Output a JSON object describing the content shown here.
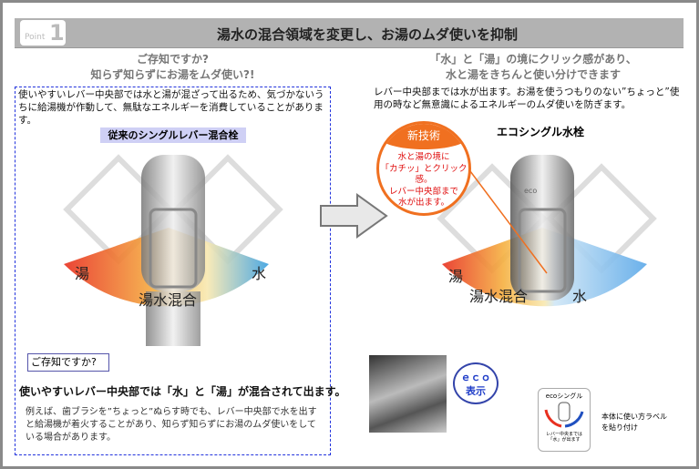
{
  "header": {
    "badge_word": "Point",
    "badge_num": "1",
    "title": "湯水の混合領域を変更し、お湯のムダ使いを抑制"
  },
  "left": {
    "heading1": "ご存知ですか?",
    "heading2": "知らず知らずにお湯をムダ使い?!",
    "intro": "使いやすいレバー中央部では水と湯が混ざって出るため、気づかないうちに給湯機が作動して、無駄なエネルギーを消費していることがあります。",
    "product_label": "従来のシングルレバー混合栓",
    "zone_hot": "湯",
    "zone_cold": "水",
    "zone_mix": "湯水混合",
    "callout": "ご存知ですか?",
    "bold_line": "使いやすいレバー中央部では「水」と「湯」が混合されて出ます。",
    "detail": "例えば、歯ブラシを”ちょっと”ぬらす時でも、レバー中央部で水を出すと給湯機が着火することがあり、知らず知らずにお湯のムダ使いをしている場合があります。"
  },
  "right": {
    "heading1": "「水」と「湯」の境にクリック感があり、",
    "heading2": "水と湯をきちんと使い分けできます",
    "intro": "レバー中央部までは水が出ます。お湯を使うつもりのない”ちょっと”使用の時など無意識によるエネルギーのムダ使いを防ぎます。",
    "badge_title": "新技術",
    "badge_lines": [
      "水と湯の境に",
      "「カチッ」とクリック感。",
      "レバー中央部まで",
      "水が出ます。"
    ],
    "product_label": "エコシングル水栓",
    "faucet_logo": "eco",
    "zone_hot": "湯",
    "zone_mix": "湯水混合",
    "zone_cold": "水",
    "eco_bubble_1": "ｅｃｏ",
    "eco_bubble_2": "表示",
    "label_title": "ecoシングル",
    "label_small_1": "レバー中央までは",
    "label_small_2": "「水」が出ます",
    "label_note_1": "本体に使い方ラベル",
    "label_note_2": "を貼り付け"
  },
  "colors": {
    "hot": "#e83020",
    "cold": "#3aa0e0",
    "accent": "#f07020"
  }
}
